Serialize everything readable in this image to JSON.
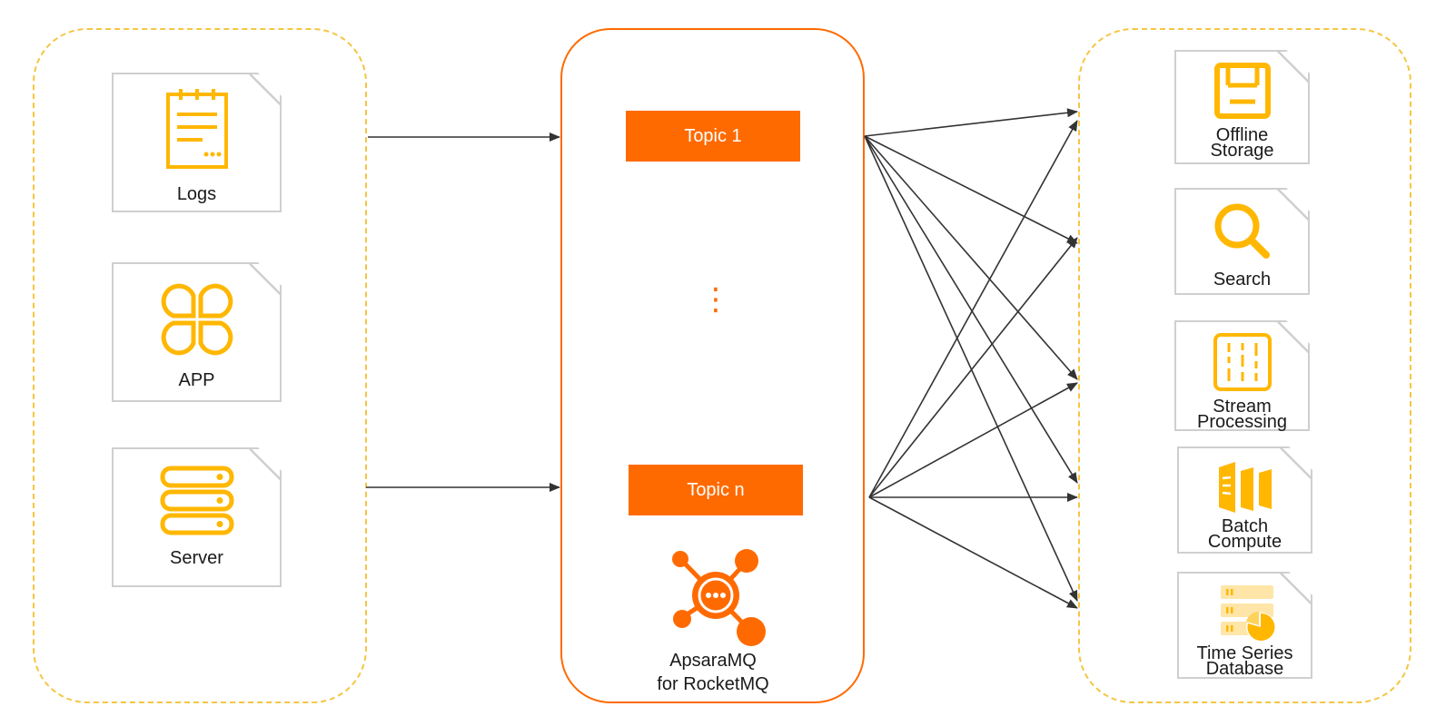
{
  "sources": [
    {
      "label": "Logs",
      "icon": "logs-icon"
    },
    {
      "label": "APP",
      "icon": "app-icon"
    },
    {
      "label": "Server",
      "icon": "server-icon"
    }
  ],
  "broker": {
    "topics": [
      "Topic 1",
      "Topic n"
    ],
    "ellipsis": "⋮",
    "product_line1": "ApsaraMQ",
    "product_line2": "for RocketMQ",
    "icon": "rocketmq-icon"
  },
  "consumers": [
    {
      "label_line1": "Offline",
      "label_line2": "Storage",
      "icon": "storage-icon"
    },
    {
      "label_line1": "Search",
      "label_line2": "",
      "icon": "search-icon"
    },
    {
      "label_line1": "Stream",
      "label_line2": "Processing",
      "icon": "stream-icon"
    },
    {
      "label_line1": "Batch",
      "label_line2": "Compute",
      "icon": "batch-compute-icon"
    },
    {
      "label_line1": "Time Series",
      "label_line2": "Database",
      "icon": "timeseries-db-icon"
    }
  ],
  "colors": {
    "accent": "#ff6a00",
    "icon_yellow": "#ffb700",
    "dashed_border": "#f5c542",
    "arrow": "#333333"
  }
}
